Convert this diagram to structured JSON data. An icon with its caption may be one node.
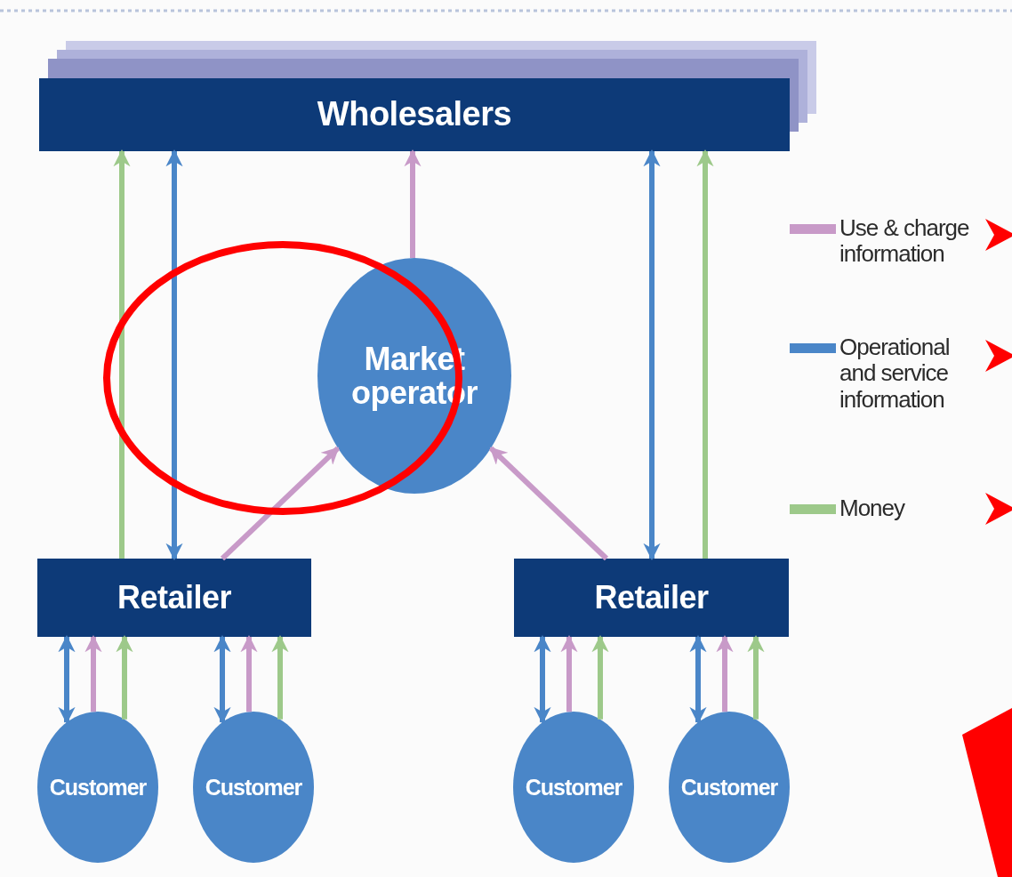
{
  "diagram": {
    "nodes": [
      {
        "text": [
          "Wholesalers"
        ]
      },
      {
        "text": [
          "Market operator"
        ]
      },
      {
        "text": [
          "Retailer"
        ]
      },
      {
        "text": [
          "Retailer"
        ]
      },
      {
        "text": [
          "Customer"
        ]
      },
      {
        "text": [
          "Customer"
        ]
      },
      {
        "text": [
          "Customer"
        ]
      },
      {
        "text": [
          "Customer"
        ]
      }
    ],
    "edges": [
      {
        "from": 2,
        "to": 0,
        "arrow": "to",
        "color": "#9dc98a"
      },
      {
        "from": 0,
        "to": 2,
        "arrow": "both",
        "color": "#4a86c8"
      },
      {
        "from": 1,
        "to": 0,
        "arrow": "to",
        "color": "#c89ac8"
      },
      {
        "from": 2,
        "to": 1,
        "arrow": "to",
        "color": "#c89ac8"
      },
      {
        "from": 3,
        "to": 1,
        "arrow": "to",
        "color": "#c89ac8"
      },
      {
        "from": 0,
        "to": 3,
        "arrow": "both",
        "color": "#4a86c8"
      },
      {
        "from": 3,
        "to": 0,
        "arrow": "to",
        "color": "#9dc98a"
      },
      {
        "from": 2,
        "to": 4,
        "arrow": "both",
        "color": "#4a86c8"
      },
      {
        "from": 4,
        "to": 2,
        "arrow": "to",
        "color": "#c89ac8"
      },
      {
        "from": 4,
        "to": 2,
        "arrow": "to",
        "color": "#9dc98a"
      },
      {
        "from": 2,
        "to": 5,
        "arrow": "both",
        "color": "#4a86c8"
      },
      {
        "from": 5,
        "to": 2,
        "arrow": "to",
        "color": "#c89ac8"
      },
      {
        "from": 5,
        "to": 2,
        "arrow": "to",
        "color": "#9dc98a"
      },
      {
        "from": 3,
        "to": 6,
        "arrow": "both",
        "color": "#4a86c8"
      },
      {
        "from": 6,
        "to": 3,
        "arrow": "to",
        "color": "#c89ac8"
      },
      {
        "from": 6,
        "to": 3,
        "arrow": "to",
        "color": "#9dc98a"
      },
      {
        "from": 3,
        "to": 7,
        "arrow": "both",
        "color": "#4a86c8"
      },
      {
        "from": 7,
        "to": 3,
        "arrow": "to",
        "color": "#c89ac8"
      },
      {
        "from": 7,
        "to": 3,
        "arrow": "to",
        "color": "#9dc98a"
      }
    ],
    "legend": [
      {
        "text": "Use & charge information",
        "color": "#c89ac8"
      },
      {
        "text": "Operational and service information",
        "color": "#4a86c8"
      },
      {
        "text": "Money",
        "color": "#9dc98a"
      }
    ]
  }
}
